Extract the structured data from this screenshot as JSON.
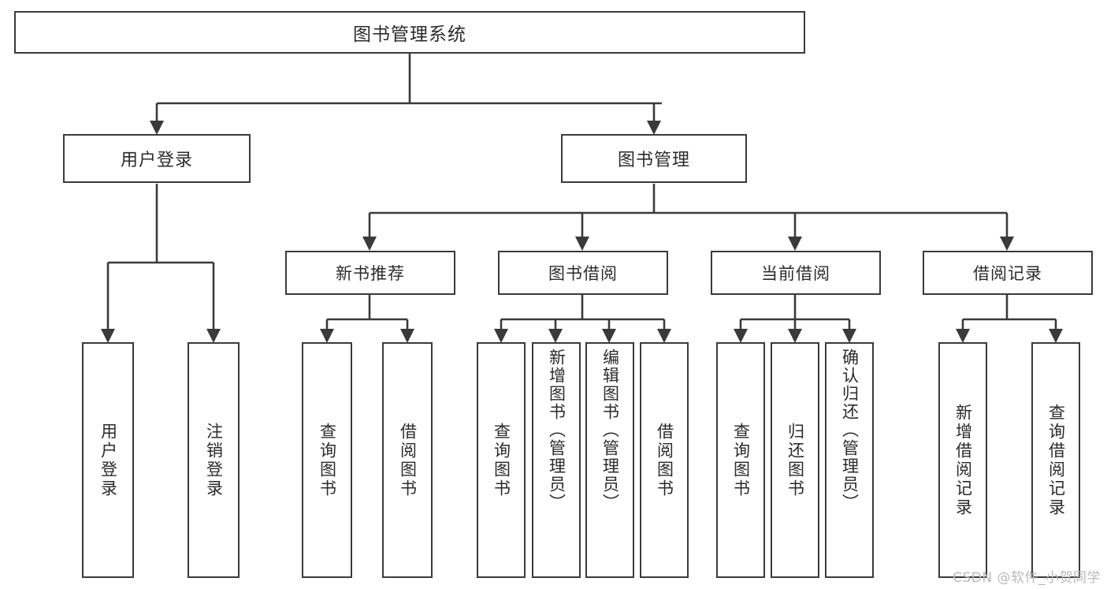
{
  "diagram": {
    "title": "图书管理系统",
    "type": "tree-hierarchy",
    "colors": {
      "box_border": "#3a3a3a",
      "box_fill": "#ffffff",
      "edge": "#3a3a3a",
      "text": "#2b2b2b",
      "watermark": "#b9b9b9",
      "background": "#ffffff"
    },
    "root": {
      "label": "图书管理系统"
    },
    "level1": [
      {
        "label": "用户登录"
      },
      {
        "label": "图书管理"
      }
    ],
    "level2": [
      {
        "label": "新书推荐"
      },
      {
        "label": "图书借阅"
      },
      {
        "label": "当前借阅"
      },
      {
        "label": "借阅记录"
      }
    ],
    "leaves": {
      "user_login": [
        {
          "label": "用户登录"
        },
        {
          "label": "注销登录"
        }
      ],
      "new_book_recommend": [
        {
          "label": "查询图书"
        },
        {
          "label": "借阅图书"
        }
      ],
      "book_borrow": [
        {
          "label": "查询图书"
        },
        {
          "label": "新增图书（管理员）"
        },
        {
          "label": "编辑图书（管理员）"
        },
        {
          "label": "借阅图书"
        }
      ],
      "current_borrow": [
        {
          "label": "查询图书"
        },
        {
          "label": "归还图书"
        },
        {
          "label": "确认归还（管理员）"
        }
      ],
      "borrow_record": [
        {
          "label": "新增借阅记录"
        },
        {
          "label": "查询借阅记录"
        }
      ]
    }
  },
  "watermark": {
    "text": "CSDN @软件_小贺同学"
  }
}
